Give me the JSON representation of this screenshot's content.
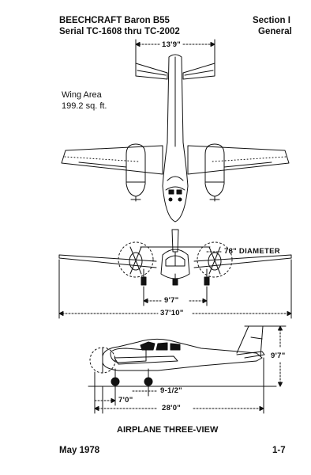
{
  "header": {
    "title_line1": "BEECHCRAFT Baron B55",
    "title_line2": "Serial TC-1608 thru TC-2002",
    "section_line1": "Section I",
    "section_line2": "General"
  },
  "top_view": {
    "tail_span": "13'9\"",
    "wing_area_label": "Wing Area",
    "wing_area_value": "199.2 sq. ft."
  },
  "front_view": {
    "prop_diameter": "78\" DIAMETER",
    "tread": "9'7\"",
    "wingspan": "37'10\""
  },
  "side_view": {
    "height": "9'7\"",
    "wheelbase": "9-1/2\"",
    "nose_to_main": "7'0\"",
    "length": "28'0\""
  },
  "footer": {
    "caption": "AIRPLANE THREE-VIEW",
    "date": "May 1978",
    "page": "1-7"
  }
}
